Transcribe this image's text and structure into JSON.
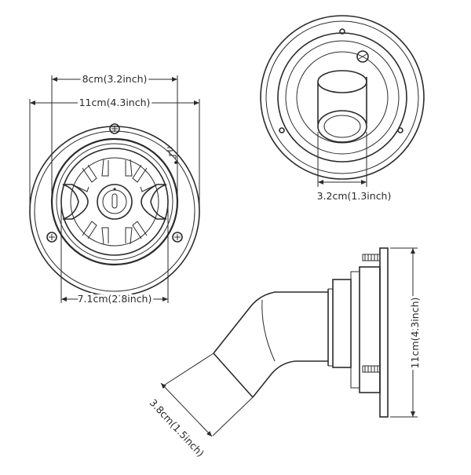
{
  "colors": {
    "line": "#2b2b2b",
    "background": "#ffffff",
    "text": "#2a2a2a"
  },
  "front_view": {
    "dim_outer_bezel": "8cm(3.2inch)",
    "dim_flange_diameter": "11cm(4.3inch)",
    "dim_inner_cup": "7.1cm(2.8inch)"
  },
  "back_view": {
    "dim_pipe_diameter": "3.2cm(1.3inch)"
  },
  "side_view": {
    "dim_height": "11cm(4.3inch)",
    "dim_pipe_width": "3.8cm(1.5inch)"
  },
  "icons": [
    "screw-icon",
    "water-tap-icon",
    "center-lock-icon"
  ]
}
